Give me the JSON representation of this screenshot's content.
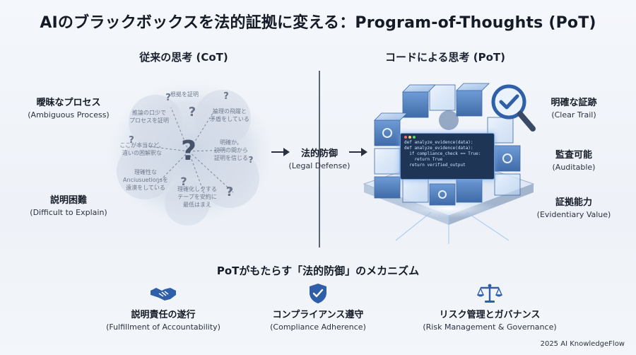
{
  "title": "AIのブラックボックスを法的証拠に変える：Program-of-Thoughts (PoT)",
  "left_panel": {
    "heading": "従来の思考 (CoT)",
    "label_top": {
      "jp": "曖昧なプロセス",
      "en": "(Ambiguous Process)"
    },
    "label_bottom": {
      "jp": "説明困難",
      "en": "(Difficult to Explain)"
    },
    "cloud_notes": [
      "根拠を証明",
      "推論の口少で\nプロセスを証明",
      "論理の飛躍と\n矛盾をしている",
      "ここが本当など、\n違いの困解釈な",
      "明確か。\n説明の間から\n証明を信じる",
      "理確性な\nAnciusuetionsを\n遠漠をしている",
      "理確化しクする\nテープを安約に\n最低はまえ"
    ]
  },
  "center": {
    "jp": "法的防御",
    "en": "(Legal Defense)"
  },
  "right_panel": {
    "heading": "コードによる思考 (PoT)",
    "labels": [
      {
        "jp": "明確な証跡",
        "en": "(Clear Trail)"
      },
      {
        "jp": "監査可能",
        "en": "(Auditable)"
      },
      {
        "jp": "証拠能力",
        "en": "(Evidentiary Value)"
      }
    ],
    "code_lines": [
      "def analyze_evidence(data):",
      "",
      "def analyze_evidence(data):",
      "  if compliance_check == True:",
      "    return True",
      "",
      "  return verified_output"
    ]
  },
  "mechanism": {
    "heading": "PoTがもたらす「法的防御」のメカニズム",
    "items": [
      {
        "jp": "説明責任の遂行",
        "en": "(Fulfillment of Accountability)",
        "icon": "handshake-icon"
      },
      {
        "jp": "コンプライアンス遵守",
        "en": "(Compliance Adherence)",
        "icon": "shield-check-icon"
      },
      {
        "jp": "リスク管理とガバナンス",
        "en": "(Risk Management & Governance)",
        "icon": "scales-icon"
      }
    ]
  },
  "footer": "2025 AI KnowledgeFlow",
  "colors": {
    "accent_blue": "#2f5fa8",
    "cube_blue": "#6f9bd6",
    "code_bg": "#1f3556",
    "text_dark": "#151b27"
  }
}
